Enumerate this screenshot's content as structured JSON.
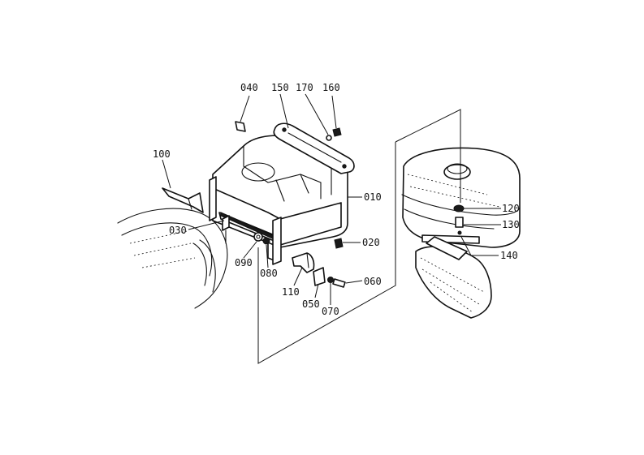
{
  "callouts": [
    {
      "id": "p040",
      "text": "040"
    },
    {
      "id": "p150",
      "text": "150"
    },
    {
      "id": "p170",
      "text": "170"
    },
    {
      "id": "p160",
      "text": "160"
    },
    {
      "id": "p100",
      "text": "100"
    },
    {
      "id": "p010",
      "text": "010"
    },
    {
      "id": "p030",
      "text": "030"
    },
    {
      "id": "p020",
      "text": "020"
    },
    {
      "id": "p090",
      "text": "090"
    },
    {
      "id": "p080",
      "text": "080"
    },
    {
      "id": "p110",
      "text": "110"
    },
    {
      "id": "p050",
      "text": "050"
    },
    {
      "id": "p070",
      "text": "070"
    },
    {
      "id": "p060",
      "text": "060"
    },
    {
      "id": "p120",
      "text": "120"
    },
    {
      "id": "p130",
      "text": "130"
    },
    {
      "id": "p140",
      "text": "140"
    }
  ]
}
